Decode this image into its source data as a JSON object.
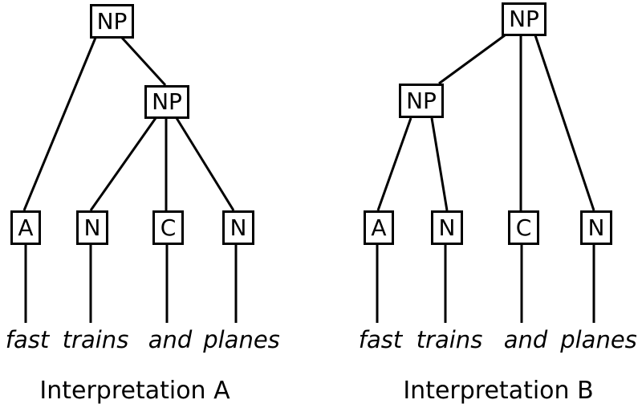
{
  "colors": {
    "ink": "#000000",
    "background": "#ffffff"
  },
  "trees": [
    {
      "id": "A",
      "caption": "Interpretation A",
      "root": "NP",
      "inner": "NP",
      "leaves": [
        "A",
        "N",
        "C",
        "N"
      ],
      "words": [
        "fast",
        "trains",
        "and",
        "planes"
      ],
      "bracketing": "[NP A [NP N C N]]"
    },
    {
      "id": "B",
      "caption": "Interpretation B",
      "root": "NP",
      "inner": "NP",
      "leaves": [
        "A",
        "N",
        "C",
        "N"
      ],
      "words": [
        "fast",
        "trains",
        "and",
        "planes"
      ],
      "bracketing": "[NP [NP A N] C N]"
    }
  ]
}
